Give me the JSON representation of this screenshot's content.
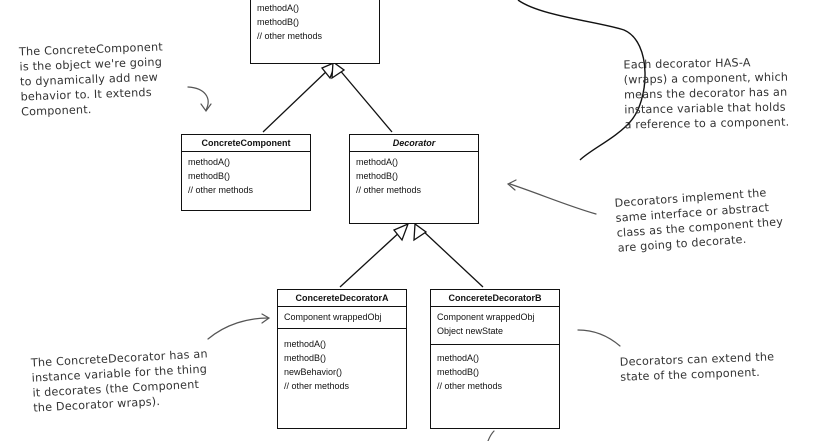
{
  "component": {
    "methods": [
      "methodA()",
      "methodB()",
      "// other methods"
    ]
  },
  "concrete_component": {
    "name": "ConcreteComponent",
    "methods": [
      "methodA()",
      "methodB()",
      "// other methods"
    ]
  },
  "decorator": {
    "name": "Decorator",
    "methods": [
      "methodA()",
      "methodB()",
      "// other methods"
    ]
  },
  "decorator_a": {
    "name": "ConcereteDecoratorA",
    "fields": [
      "Component wrappedObj"
    ],
    "methods": [
      "methodA()",
      "methodB()",
      "newBehavior()",
      "// other methods"
    ]
  },
  "decorator_b": {
    "name": "ConcereteDecoratorB",
    "fields": [
      "Component wrappedObj",
      "Object newState"
    ],
    "methods": [
      "methodA()",
      "methodB()",
      "// other methods"
    ]
  },
  "notes": {
    "concrete_component": "The ConcreteComponent\nis the object we're going\nto dynamically add new\nbehavior to. It extends\nComponent.",
    "has_a": "Each decorator HAS-A\n(wraps) a component, which\nmeans the decorator has an\ninstance variable that holds\na reference to a component.",
    "implement": "Decorators implement the\nsame interface or abstract\nclass as the component they\nare going to decorate.",
    "concrete_decorator": "The ConcreteDecorator has an\ninstance variable for the thing\nit decorates (the Component\nthe Decorator wraps).",
    "extend_state": "Decorators can extend the\nstate of the component."
  }
}
